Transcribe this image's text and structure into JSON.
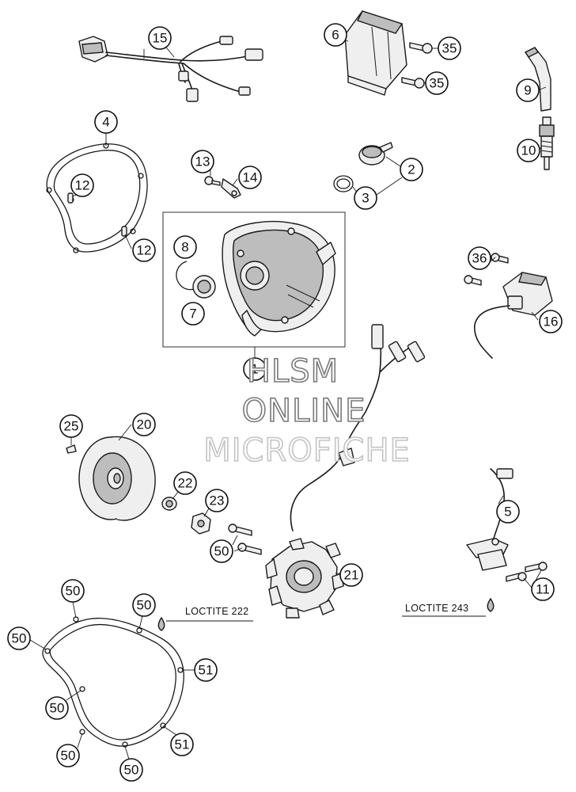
{
  "callouts": [
    {
      "id": "c15",
      "label": "15"
    },
    {
      "id": "c6",
      "label": "6"
    },
    {
      "id": "c35a",
      "label": "35"
    },
    {
      "id": "c35b",
      "label": "35"
    },
    {
      "id": "c9",
      "label": "9"
    },
    {
      "id": "c10",
      "label": "10"
    },
    {
      "id": "c4",
      "label": "4"
    },
    {
      "id": "c12a",
      "label": "12"
    },
    {
      "id": "c12b",
      "label": "12"
    },
    {
      "id": "c13",
      "label": "13"
    },
    {
      "id": "c14",
      "label": "14"
    },
    {
      "id": "c2",
      "label": "2"
    },
    {
      "id": "c3",
      "label": "3"
    },
    {
      "id": "c8",
      "label": "8"
    },
    {
      "id": "c7",
      "label": "7"
    },
    {
      "id": "c1",
      "label": "1"
    },
    {
      "id": "c36",
      "label": "36"
    },
    {
      "id": "c16",
      "label": "16"
    },
    {
      "id": "c25",
      "label": "25"
    },
    {
      "id": "c20",
      "label": "20"
    },
    {
      "id": "c22",
      "label": "22"
    },
    {
      "id": "c23",
      "label": "23"
    },
    {
      "id": "c50a",
      "label": "50"
    },
    {
      "id": "c21",
      "label": "21"
    },
    {
      "id": "c5",
      "label": "5"
    },
    {
      "id": "c11",
      "label": "11"
    },
    {
      "id": "c50b",
      "label": "50"
    },
    {
      "id": "c50c",
      "label": "50"
    },
    {
      "id": "c50d",
      "label": "50"
    },
    {
      "id": "c51a",
      "label": "51"
    },
    {
      "id": "c50e",
      "label": "50"
    },
    {
      "id": "c51b",
      "label": "51"
    },
    {
      "id": "c50f",
      "label": "50"
    },
    {
      "id": "c50g",
      "label": "50"
    }
  ],
  "notes": {
    "loctite_left": "LOCTITE 222",
    "loctite_right": "LOCTITE 243"
  },
  "watermark": {
    "line1": "HLSM",
    "line2": "ONLINE",
    "line3": "MICROFICHE"
  }
}
